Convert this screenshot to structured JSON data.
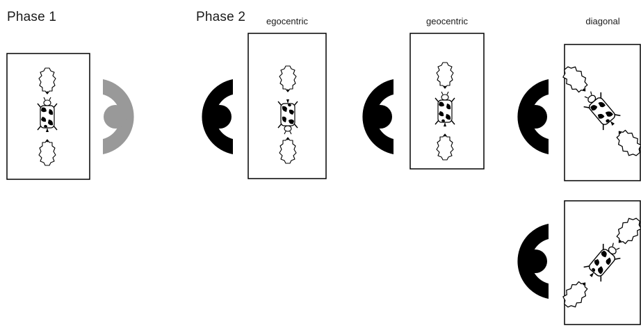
{
  "phases": {
    "phase1_label": "Phase 1",
    "phase2_label": "Phase 2"
  },
  "conditions": {
    "egocentric": "egocentric",
    "geocentric": "geocentric",
    "diagonal": "diagonal"
  },
  "colors": {
    "phase1_eye": "#999999",
    "phase2_eye": "#000000",
    "frame": "#000000",
    "spot": "#000000"
  },
  "icons": [
    "eye-icon",
    "hedgehog-icon",
    "cow-icon"
  ]
}
